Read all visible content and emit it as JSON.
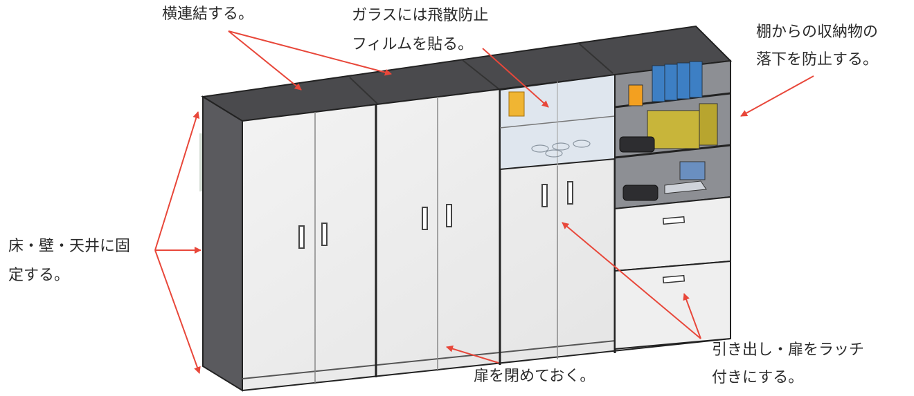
{
  "annotations": {
    "horizontal_link": "横連結する。",
    "glass_film_line1": "ガラスには飛散防止",
    "glass_film_line2": "フィルムを貼る。",
    "shelf_fall_line1": "棚からの収納物の",
    "shelf_fall_line2": "落下を防止する。",
    "fix_line1": "床・壁・天井に固",
    "fix_line2": "定する。",
    "close_doors": "扉を閉めておく。",
    "latch_line1": "引き出し・扉をラッチ",
    "latch_line2": "付きにする。"
  },
  "colors": {
    "arrow": "#e8473a",
    "cabinet_top": "#4a4a4d",
    "cabinet_side": "#5a5a5e",
    "door": "#ececec",
    "outline": "#222222"
  }
}
